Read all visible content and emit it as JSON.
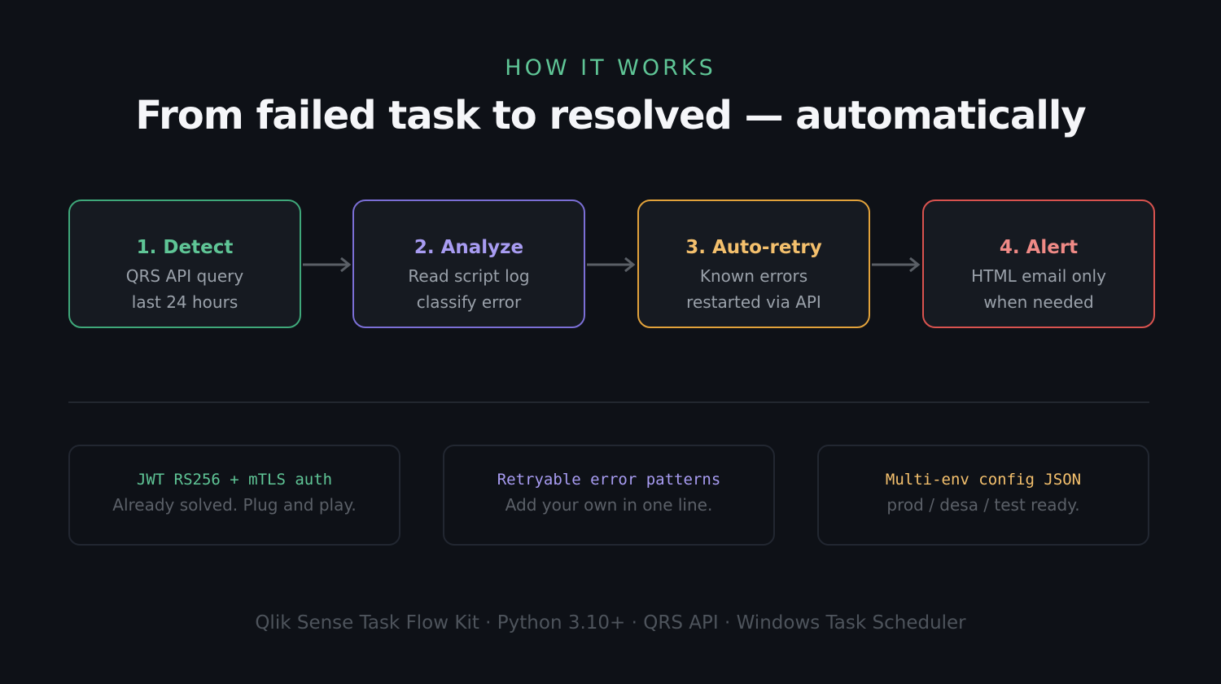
{
  "header": {
    "eyebrow": "HOW IT WORKS",
    "title": "From failed task to resolved — automatically"
  },
  "steps": [
    {
      "title": "1. Detect",
      "line1": "QRS API query",
      "line2": "last 24 hours",
      "color": "#3fa87a",
      "title_color": "#5fc596"
    },
    {
      "title": "2. Analyze",
      "line1": "Read script log",
      "line2": "classify error",
      "color": "#7b6fd6",
      "title_color": "#a89cf2"
    },
    {
      "title": "3. Auto-retry",
      "line1": "Known errors",
      "line2": "restarted via API",
      "color": "#e2a23b",
      "title_color": "#f4c06d"
    },
    {
      "title": "4. Alert",
      "line1": "HTML email only",
      "line2": "when needed",
      "color": "#d9534f",
      "title_color": "#f08a86"
    }
  ],
  "features": [
    {
      "title": "JWT RS256 + mTLS auth",
      "desc": "Already solved. Plug and play.",
      "color": "#5fc596"
    },
    {
      "title": "Retryable error patterns",
      "desc": "Add your own in one line.",
      "color": "#a89cf2"
    },
    {
      "title": "Multi-env config JSON",
      "desc": "prod / desa / test ready.",
      "color": "#f4c06d"
    }
  ],
  "footer": "Qlik Sense Task Flow Kit · Python 3.10+ · QRS API · Windows Task Scheduler"
}
